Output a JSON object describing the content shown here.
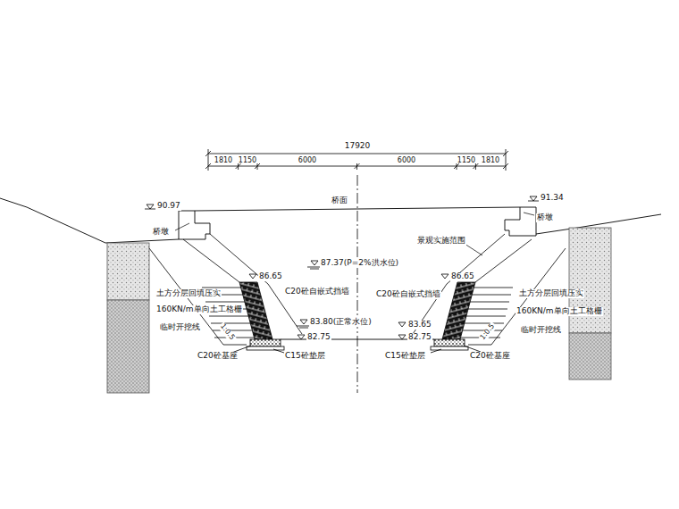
{
  "diagram": {
    "labels": [
      "17920",
      "1810",
      "1150",
      "6000",
      "6000",
      "1150",
      "1810",
      "90.97",
      "91.34",
      "桥面",
      "桥墩",
      "桥墩",
      "景观实施范围",
      "87.37(P=2%洪水位)",
      "86.65",
      "86.65",
      "C20砼自嵌式挡墙",
      "C20砼自嵌式挡墙",
      "土方分层回填压实",
      "土方分层回填压实",
      "160KN/m单向土工格栅",
      "160KN/m单向土工格栅",
      "临时开挖线",
      "临时开挖线",
      "1:0.5",
      "1:0.5",
      "83.80(正常水位)",
      "82.75",
      "83.65",
      "82.75",
      "C20砼基座",
      "C15砼垫层",
      "C15砼垫层",
      "C20砼基座"
    ]
  }
}
